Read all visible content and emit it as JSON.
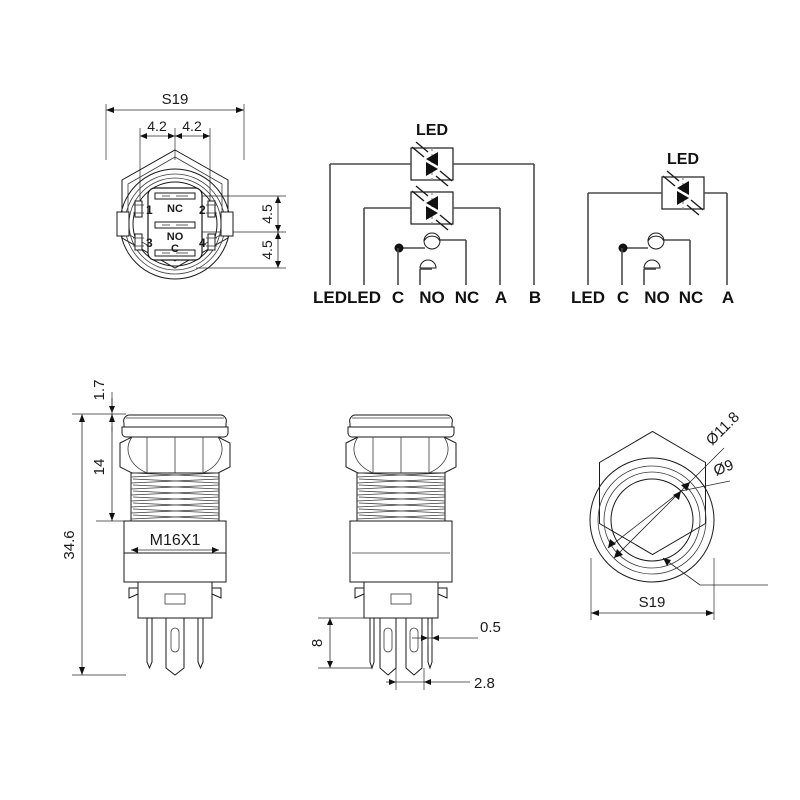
{
  "drawing": {
    "title": "M16 Metal Push Button Switch Dimensional Drawing",
    "units": "mm",
    "background_color": "#ffffff",
    "line_color": "#1a1a1a"
  },
  "views": {
    "top_view": {
      "name": "top-view",
      "dimensions": {
        "width_across_flats": "S19",
        "pin_spacing_left": "4.2",
        "pin_spacing_right": "4.2",
        "row_spacing_upper": "4.5",
        "row_spacing_lower": "4.5"
      },
      "terminal_labels": [
        "NC",
        "NO",
        "C"
      ],
      "terminal_numbers": [
        "1",
        "2",
        "3",
        "4"
      ]
    },
    "wiring_6pin": {
      "name": "wiring-diagram-6-terminal",
      "led_label": "LED",
      "led_count": 2,
      "pins": [
        "LED",
        "LED",
        "C",
        "NO",
        "NC",
        "A",
        "B"
      ]
    },
    "wiring_5pin": {
      "name": "wiring-diagram-5-terminal",
      "led_label": "LED",
      "led_count": 1,
      "pins": [
        "LED",
        "C",
        "NO",
        "NC",
        "A"
      ]
    },
    "front_elevation": {
      "name": "front-elevation-view",
      "dimensions": {
        "cap_height": "1.7",
        "nut_to_thread": "14",
        "overall_length": "34.6"
      },
      "thread_spec": "M16X1"
    },
    "side_elevation": {
      "name": "side-elevation-view",
      "dimensions": {
        "pin_length": "8",
        "pin_thickness": "0.5",
        "pin_spacing": "2.8"
      }
    },
    "bottom_view": {
      "name": "bottom-hex-view",
      "dimensions": {
        "outer_ring_diameter": "Ø11.8",
        "inner_ring_diameter": "Ø9",
        "across_flats": "S19"
      }
    }
  }
}
